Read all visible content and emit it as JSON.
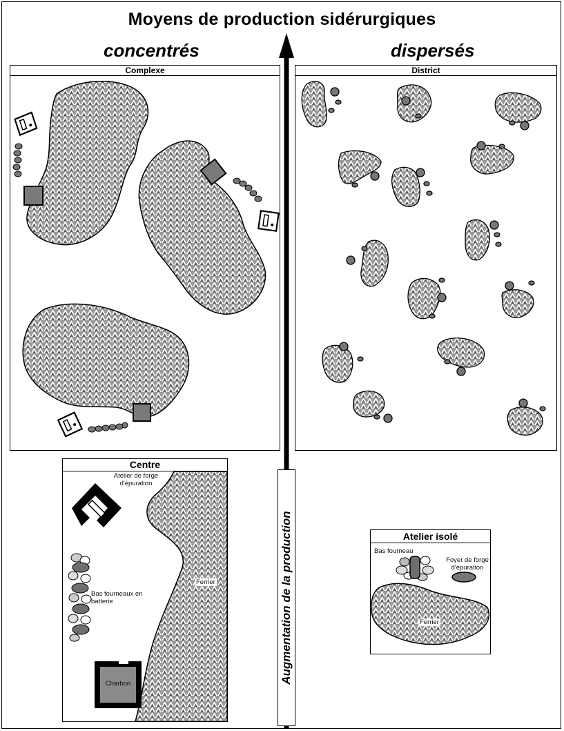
{
  "title": "Moyens de production sidérurgiques",
  "left_heading": "concentrés",
  "right_heading": "dispersés",
  "axis_label": "Augmentation de la production",
  "panels": {
    "complexe": {
      "title": "Complexe"
    },
    "district": {
      "title": "District"
    },
    "centre": {
      "title": "Centre",
      "atelier_label": "Atelier de forge d'épuration",
      "fourneaux_label": "Bas fourneaux en batterie",
      "ferrier_label": "Ferrier",
      "charbon_label": "Charbon"
    },
    "atelier_isole": {
      "title": "Atelier isolé",
      "bas_fourneau_label": "Bas fourneau",
      "foyer_label": "Foyer de forge d'épuration",
      "ferrier_label": "Ferrier"
    }
  },
  "colors": {
    "slag_fill": "#8c8c8c",
    "furnace_grey": "#6e6e6e",
    "square_grey": "#7a7a7a"
  }
}
